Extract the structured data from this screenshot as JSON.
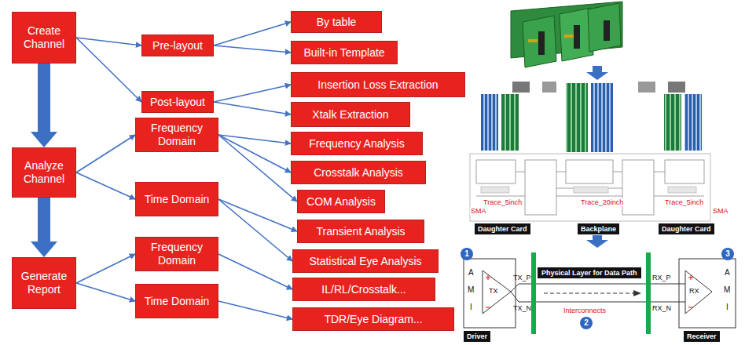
{
  "diagram": {
    "nodes": [
      {
        "text": [
          "Create Channel"
        ]
      },
      {
        "text": [
          "Analyze Channel"
        ]
      },
      {
        "text": [
          "Generate Report"
        ]
      },
      {
        "text": [
          "Pre-layout"
        ]
      },
      {
        "text": [
          "Post-layout"
        ]
      },
      {
        "text": [
          "Frequency Domain"
        ]
      },
      {
        "text": [
          "Time Domain"
        ]
      },
      {
        "text": [
          "Frequency Domain"
        ]
      },
      {
        "text": [
          "Time Domain"
        ]
      },
      {
        "text": [
          "By table"
        ]
      },
      {
        "text": [
          "Built-in Template"
        ]
      },
      {
        "text": [
          "Insertion Loss Extraction"
        ]
      },
      {
        "text": [
          "Xtalk Extraction"
        ]
      },
      {
        "text": [
          "Frequency Analysis"
        ]
      },
      {
        "text": [
          "Crosstalk Analysis"
        ]
      },
      {
        "text": [
          "COM Analysis"
        ]
      },
      {
        "text": [
          "Transient Analysis"
        ]
      },
      {
        "text": [
          "Statistical Eye Analysis"
        ]
      },
      {
        "text": [
          "IL/RL/Crosstalk..."
        ]
      },
      {
        "text": [
          "TDR/Eye Diagram..."
        ]
      }
    ],
    "edges": [
      {
        "from": 0,
        "to": 1,
        "arrow": "to"
      },
      {
        "from": 1,
        "to": 2,
        "arrow": "to"
      },
      {
        "from": 0,
        "to": 3,
        "arrow": "to"
      },
      {
        "from": 0,
        "to": 4,
        "arrow": "to"
      },
      {
        "from": 3,
        "to": 9,
        "arrow": "to"
      },
      {
        "from": 3,
        "to": 10,
        "arrow": "to"
      },
      {
        "from": 4,
        "to": 11,
        "arrow": "to"
      },
      {
        "from": 4,
        "to": 12,
        "arrow": "to"
      },
      {
        "from": 1,
        "to": 5,
        "arrow": "to"
      },
      {
        "from": 1,
        "to": 6,
        "arrow": "to"
      },
      {
        "from": 5,
        "to": 13,
        "arrow": "to"
      },
      {
        "from": 5,
        "to": 14,
        "arrow": "to"
      },
      {
        "from": 5,
        "to": 15,
        "arrow": "to"
      },
      {
        "from": 6,
        "to": 16,
        "arrow": "to"
      },
      {
        "from": 6,
        "to": 17,
        "arrow": "to"
      },
      {
        "from": 2,
        "to": 7,
        "arrow": "to"
      },
      {
        "from": 2,
        "to": 8,
        "arrow": "to"
      },
      {
        "from": 7,
        "to": 18,
        "arrow": "to"
      },
      {
        "from": 8,
        "to": 19,
        "arrow": "to"
      }
    ],
    "labels": [
      "Trace_5inch",
      "Trace_20inch",
      "Trace_5inch",
      "SMA",
      "SMA",
      "Daughter Card",
      "Backplane",
      "Daughter Card",
      "1",
      "2",
      "3",
      "Physical Layer for Data Path",
      "TX_P",
      "TX_N",
      "RX_P",
      "RX_N",
      "Interconnects",
      "Driver",
      "Receiver",
      "A",
      "M",
      "I",
      "A",
      "M",
      "I",
      "TX",
      "RX"
    ]
  }
}
